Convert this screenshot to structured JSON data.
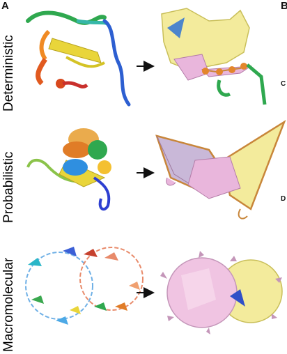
{
  "figure": {
    "panel_letter": "A",
    "rows": [
      {
        "label": "Deterministic"
      },
      {
        "label": "Probabilistic"
      },
      {
        "label": "Macromolecular"
      }
    ],
    "edge_marks": [
      "B",
      "C",
      "D"
    ]
  },
  "colors": {
    "hull_yellow": "#f3eb9c",
    "hull_pink": "#e9b6dc",
    "hull_edge_orange": "#c8863a",
    "arrow": "#111111"
  }
}
